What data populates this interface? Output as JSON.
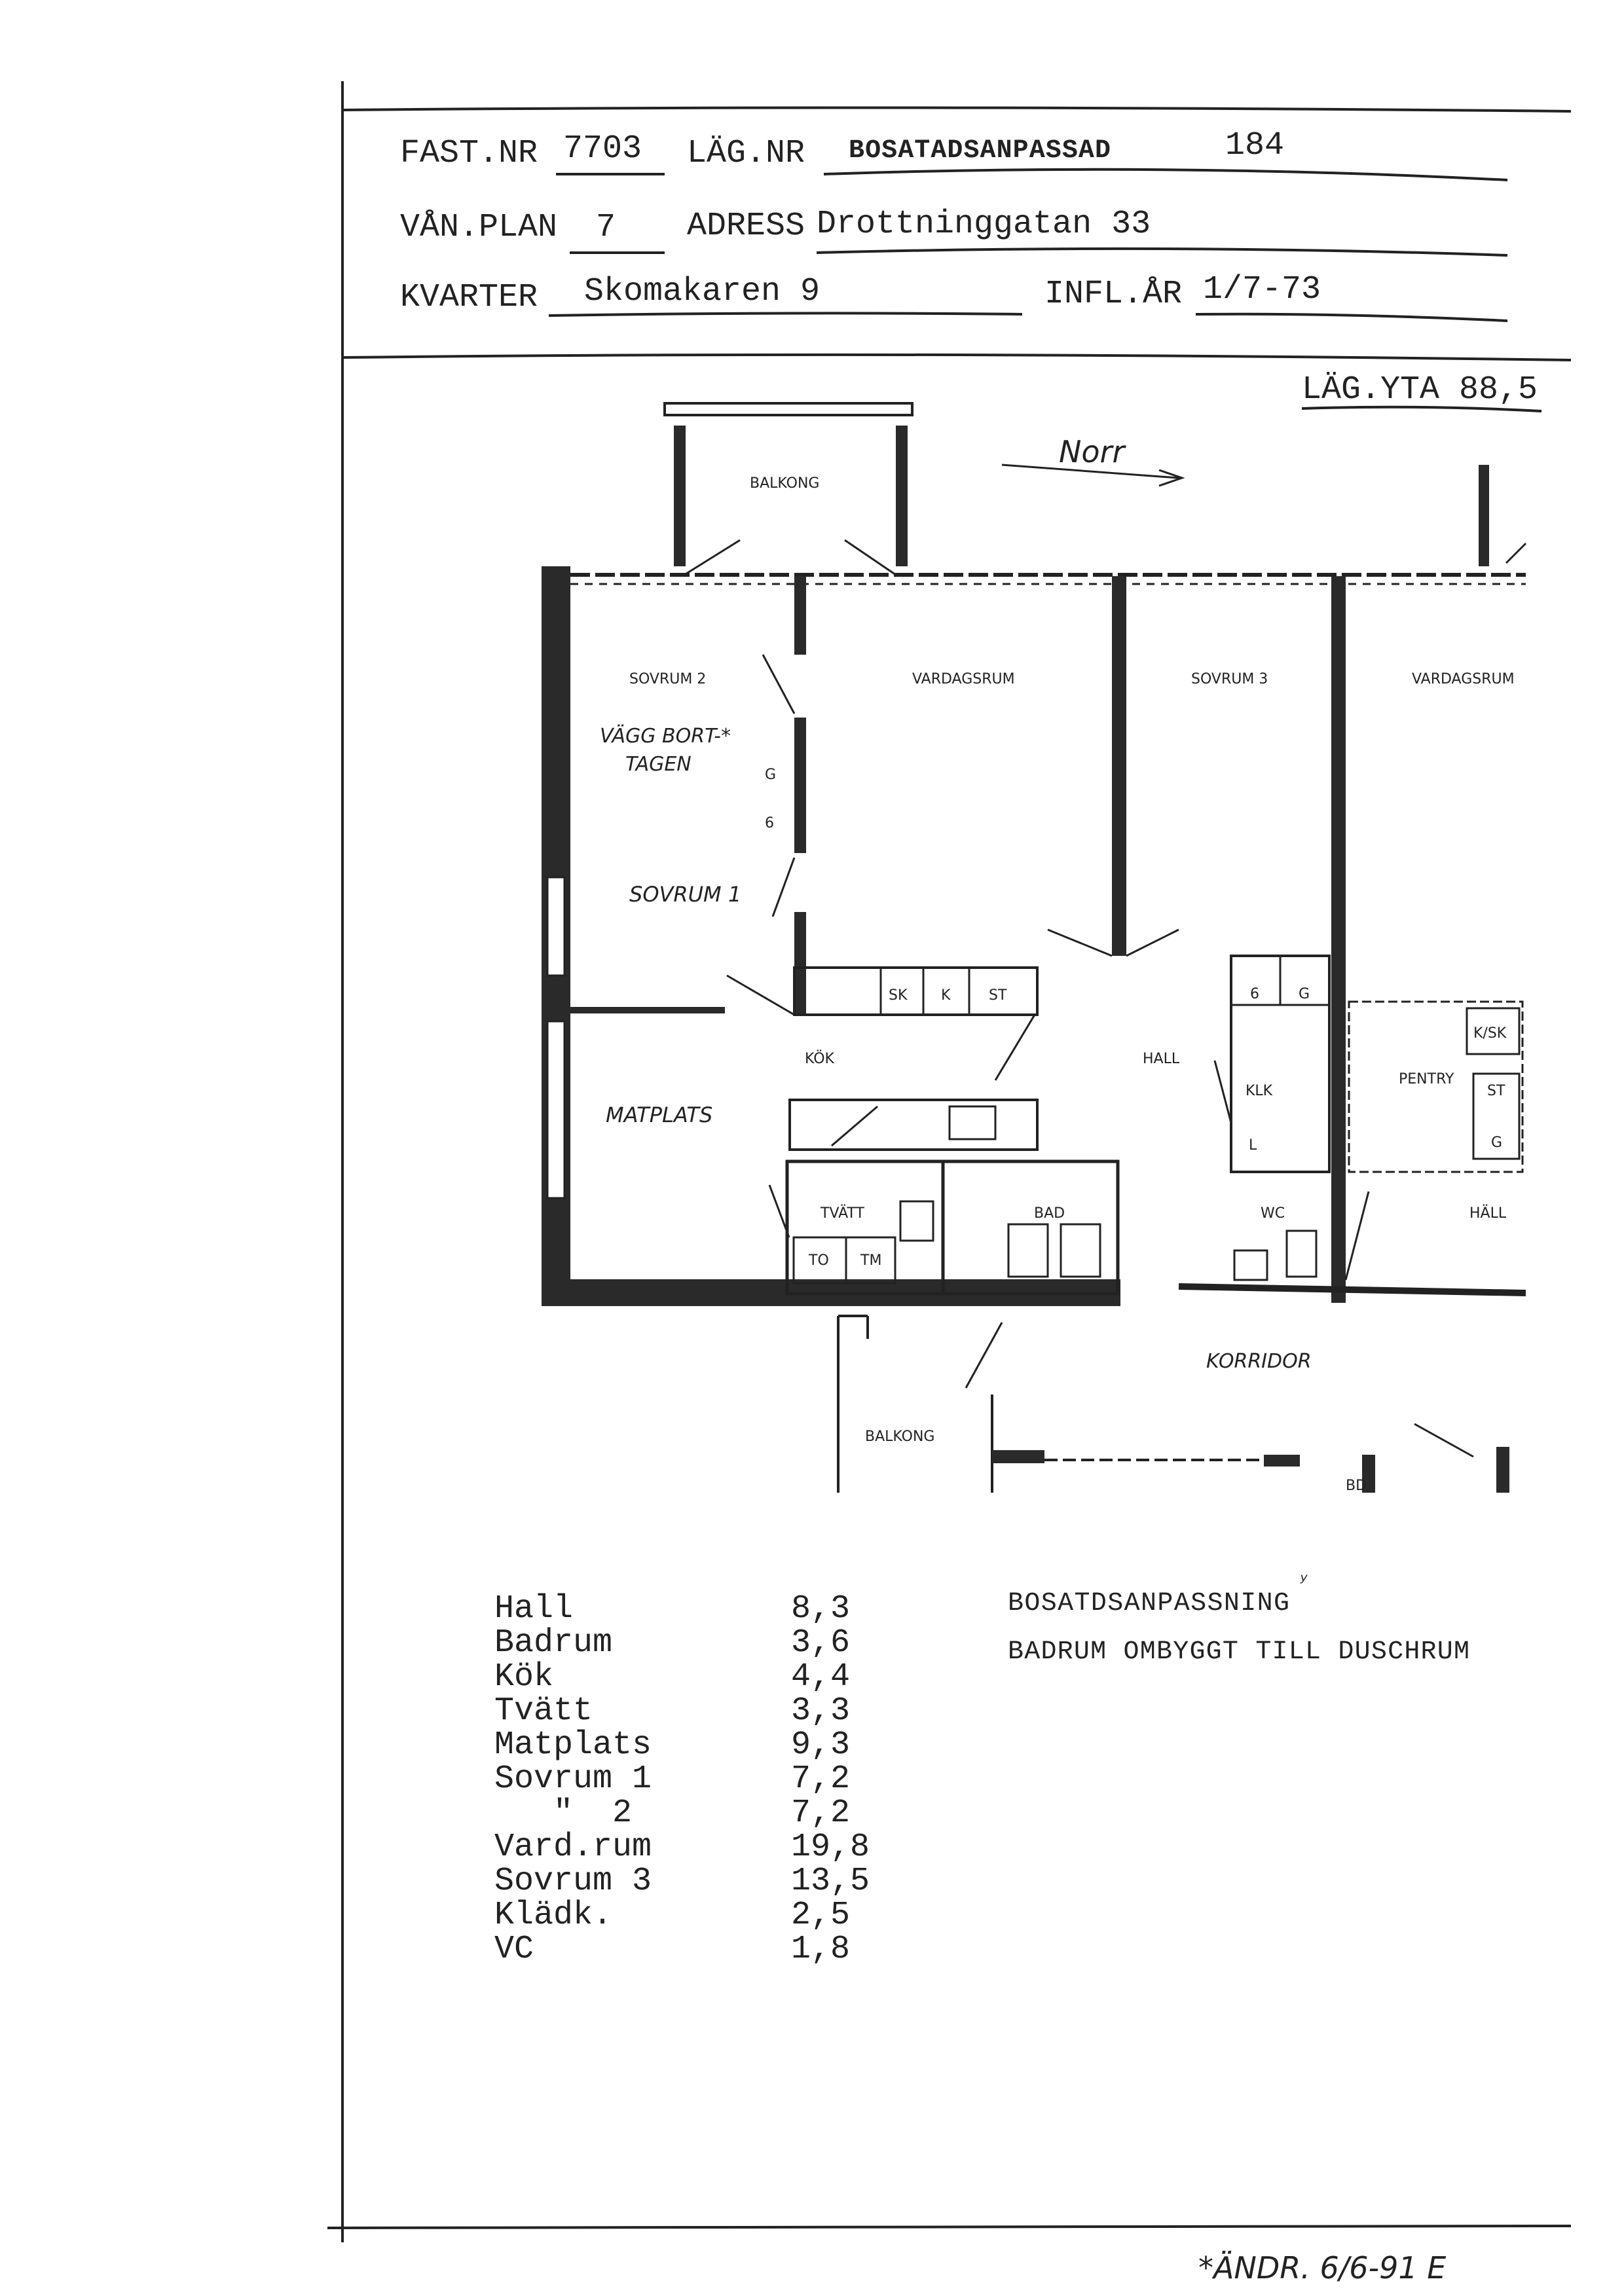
{
  "header": {
    "fast_nr_label": "FAST.NR",
    "fast_nr": "7703",
    "lag_nr_label": "LÄG.NR",
    "lag_nr": "BOSATADSANPASSAD",
    "lag_nr_number": "184",
    "van_plan_label": "VÅN.PLAN",
    "van_plan": "7",
    "adress_label": "ADRESS",
    "adress": "Drottninggatan 33",
    "kvarter_label": "KVARTER",
    "kvarter": "Skomakaren 9",
    "infl_ar_label": "INFL.ÅR",
    "infl_ar": "1/7-73",
    "lag_yta": "LÄG.YTA 88,5"
  },
  "plan": {
    "balkong_top": "BALKONG",
    "north": "Norr",
    "sovrum2": "SOVRUM 2",
    "vagg1": "VÄGG BORT-*",
    "vagg2": "TAGEN",
    "g1": "G",
    "g2": "6",
    "sovrum1": "SOVRUM 1",
    "vardagsrum": "VARDAGSRUM",
    "sovrum3": "SOVRUM 3",
    "vardagsrum2": "VARDAGSRUM",
    "sk": "SK",
    "k": "K",
    "st": "ST",
    "kok": "KÖK",
    "hall": "HALL",
    "six": "6",
    "g3": "G",
    "klk": "KLK",
    "l": "L",
    "wc": "WC",
    "pentry": "PENTRY",
    "ksk": "K/SK",
    "st2": "ST",
    "g4": "G",
    "hall2": "HÄLL",
    "matplats": "MATPLATS",
    "tvatt": "TVÄTT",
    "to": "TO",
    "tm": "TM",
    "bad": "BAD",
    "korridor": "KORRIDOR",
    "balkong_bottom": "BALKONG",
    "bd": "BD"
  },
  "rooms": [
    {
      "name": "Hall",
      "area": "8,3"
    },
    {
      "name": "Badrum",
      "area": "3,6"
    },
    {
      "name": "Kök",
      "area": "4,4"
    },
    {
      "name": "Tvätt",
      "area": "3,3"
    },
    {
      "name": "Matplats",
      "area": "9,3"
    },
    {
      "name": "Sovrum 1",
      "area": "7,2"
    },
    {
      "name": "   \"  2",
      "area": "7,2"
    },
    {
      "name": "Vard.rum",
      "area": "19,8"
    },
    {
      "name": "Sovrum 3",
      "area": "13,5"
    },
    {
      "name": "Klädk.",
      "area": "2,5"
    },
    {
      "name": "VC",
      "area": "1,8"
    }
  ],
  "notes": {
    "line1": "BOSATDSANPASSNING",
    "line2": "BADRUM OMBYGGT TILL DUSCHRUM"
  },
  "footer": {
    "change": "*ÄNDR. 6/6-91 E"
  }
}
